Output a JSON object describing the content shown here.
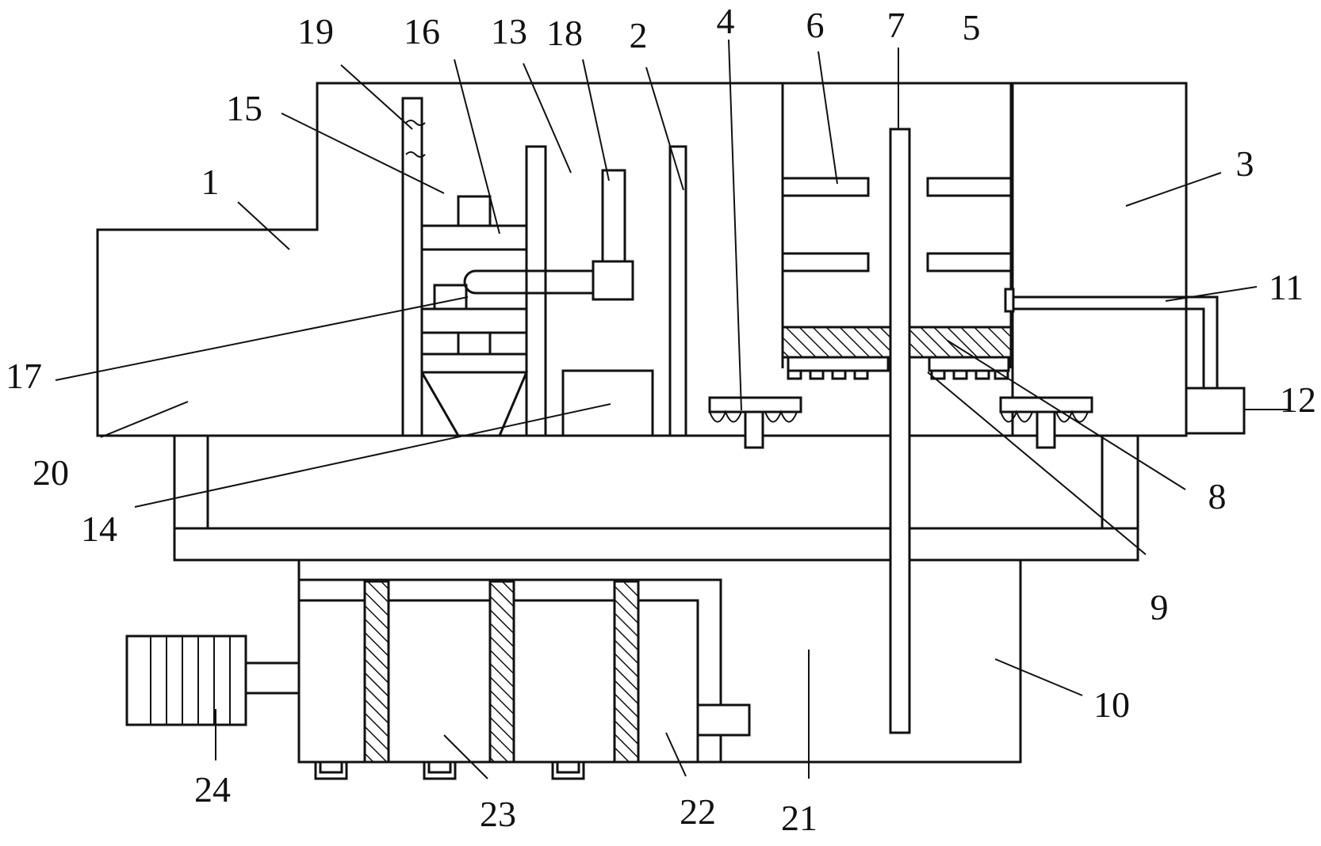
{
  "figure": {
    "type": "patent mechanical drawing",
    "line_color": "#111111",
    "background": "#ffffff",
    "callouts": [
      {
        "id": "c1",
        "label": "1"
      },
      {
        "id": "c2",
        "label": "2"
      },
      {
        "id": "c3",
        "label": "3"
      },
      {
        "id": "c4",
        "label": "4"
      },
      {
        "id": "c5",
        "label": "5"
      },
      {
        "id": "c6",
        "label": "6"
      },
      {
        "id": "c7",
        "label": "7"
      },
      {
        "id": "c8",
        "label": "8"
      },
      {
        "id": "c9",
        "label": "9"
      },
      {
        "id": "c10",
        "label": "10"
      },
      {
        "id": "c11",
        "label": "11"
      },
      {
        "id": "c12",
        "label": "12"
      },
      {
        "id": "c13",
        "label": "13"
      },
      {
        "id": "c14",
        "label": "14"
      },
      {
        "id": "c15",
        "label": "15"
      },
      {
        "id": "c16",
        "label": "16"
      },
      {
        "id": "c17",
        "label": "17"
      },
      {
        "id": "c18",
        "label": "18"
      },
      {
        "id": "c19",
        "label": "19"
      },
      {
        "id": "c20",
        "label": "20"
      },
      {
        "id": "c21",
        "label": "21"
      },
      {
        "id": "c22",
        "label": "22"
      },
      {
        "id": "c23",
        "label": "23"
      },
      {
        "id": "c24",
        "label": "24"
      }
    ]
  }
}
